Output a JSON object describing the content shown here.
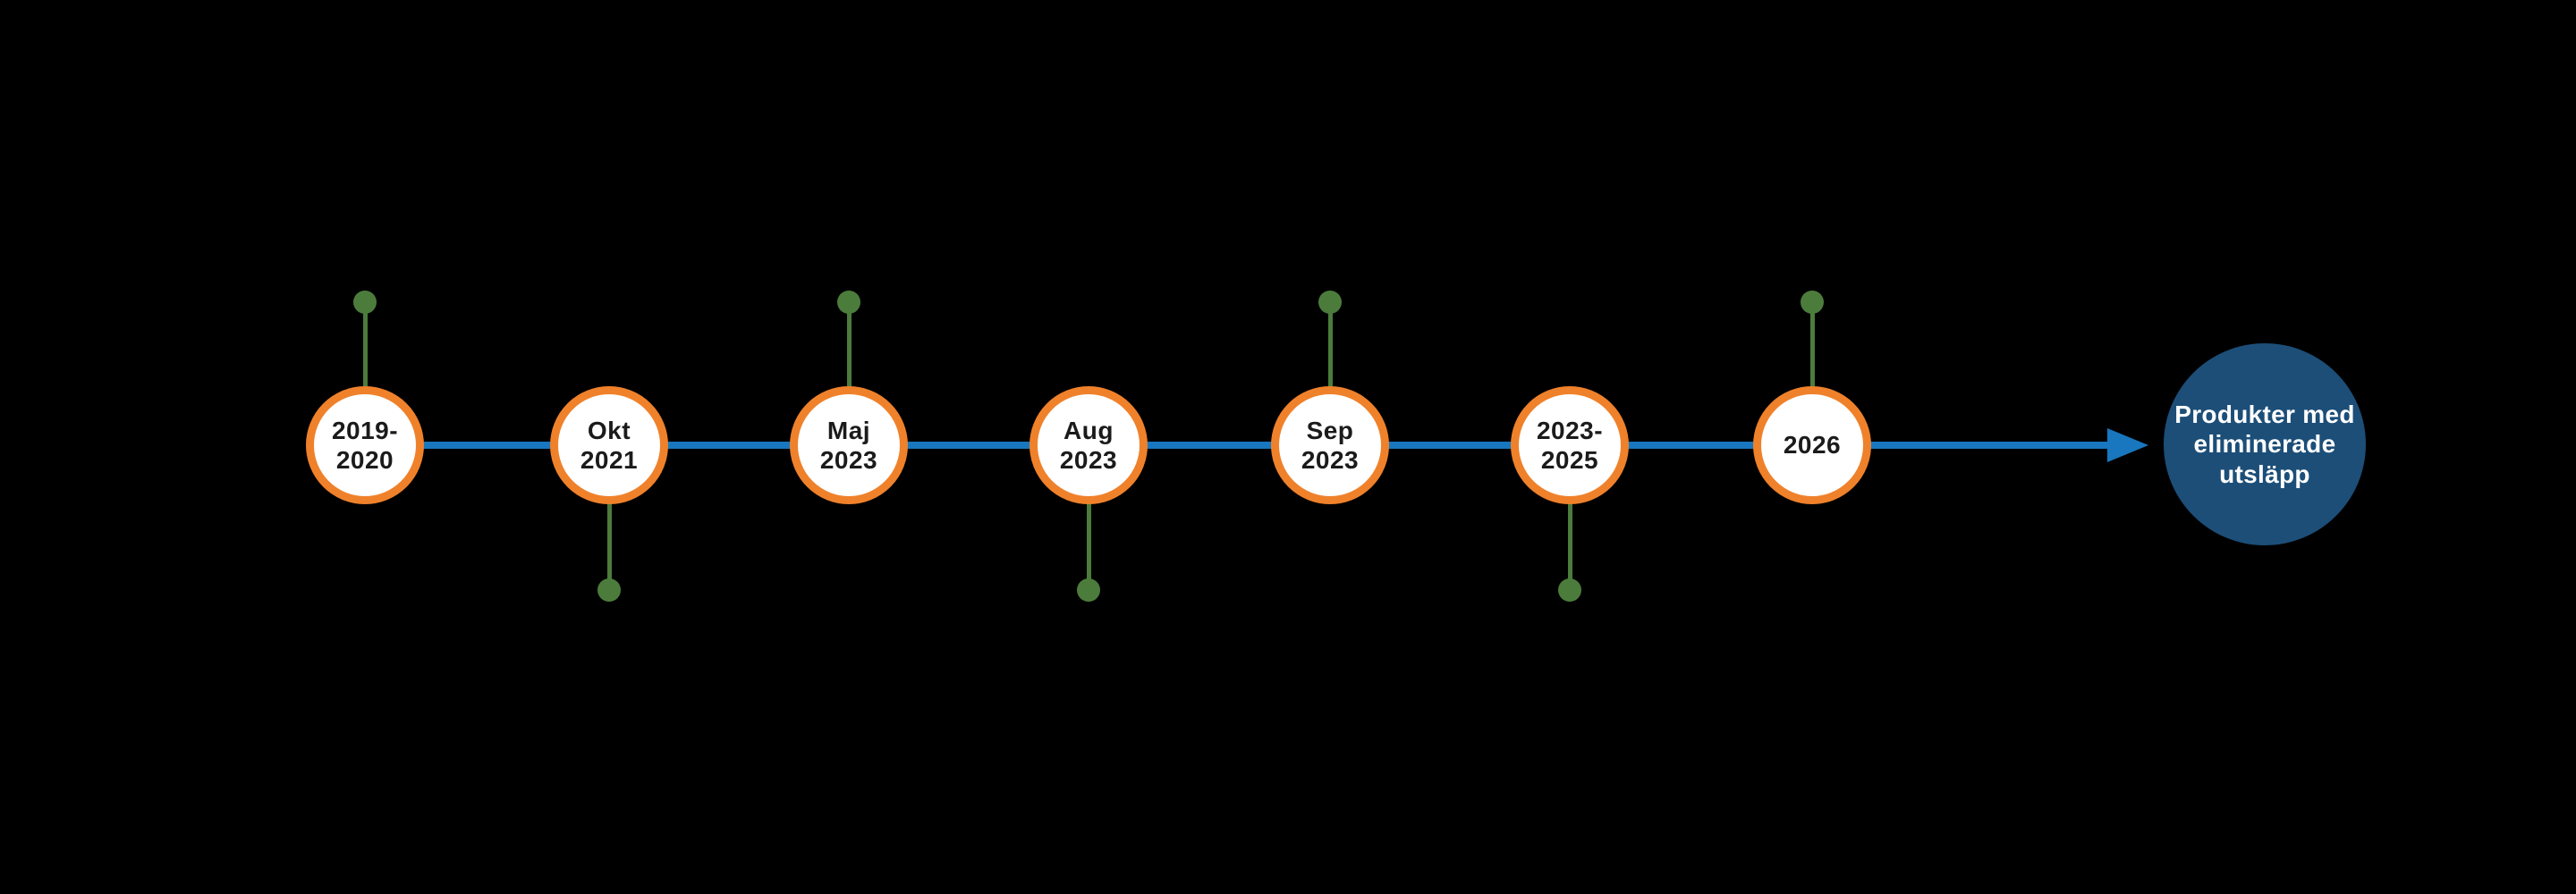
{
  "colors": {
    "background": "#000000",
    "timeline_blue": "#1877BE",
    "marker_green": "#4C7C3C",
    "circle_border_orange": "#EF812B",
    "circle_fill": "#FFFFFF",
    "label_text": "#1B1B1B",
    "end_circle_fill": "#1C4E78",
    "end_text": "#FFFFFF"
  },
  "timeline": {
    "type": "horizontal-milestone-timeline",
    "milestones": [
      {
        "label": "2019-\n2020",
        "marker_position": "above"
      },
      {
        "label": "Okt\n2021",
        "marker_position": "below"
      },
      {
        "label": "Maj\n2023",
        "marker_position": "above"
      },
      {
        "label": "Aug\n2023",
        "marker_position": "below"
      },
      {
        "label": "Sep\n2023",
        "marker_position": "above"
      },
      {
        "label": "2023-\n2025",
        "marker_position": "below"
      },
      {
        "label": "2026",
        "marker_position": "above"
      }
    ],
    "end_node": {
      "label": "Produkter med\neliminerade\nutsläpp"
    }
  }
}
